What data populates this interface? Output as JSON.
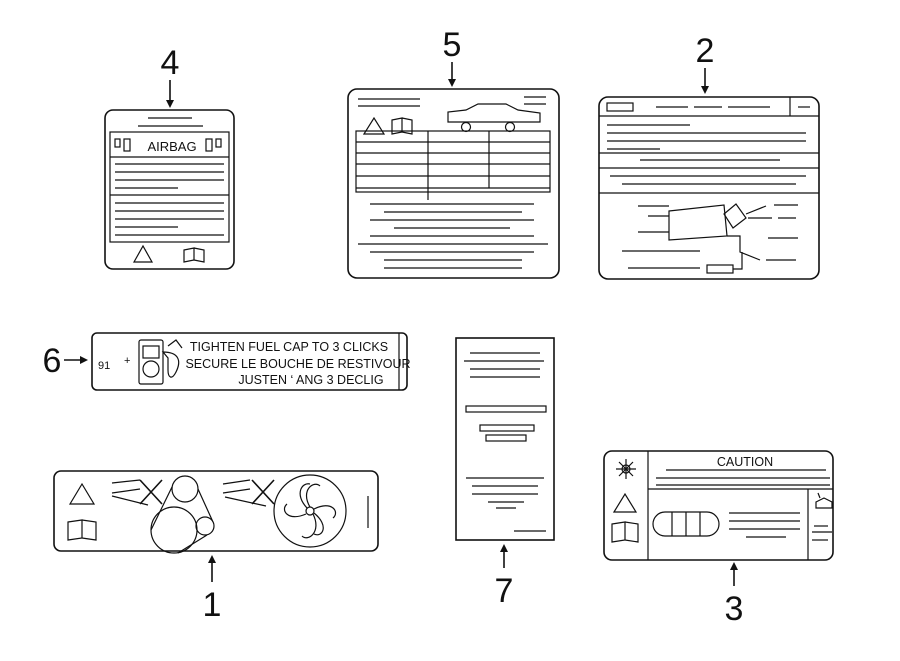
{
  "callouts": {
    "c1": "1",
    "c2": "2",
    "c3": "3",
    "c4": "4",
    "c5": "5",
    "c6": "6",
    "c7": "7"
  },
  "labels": {
    "airbag": "AIRBAG",
    "fuel_octane": "91",
    "fuel_plus": "+",
    "fuel_line1": "TIGHTEN FUEL CAP TO 3 CLICKS",
    "fuel_line2": "SECURE LE BOUCHE DE RESTIVOUR",
    "fuel_line3": "JUSTEN ‘ ANG 3 DECLIG",
    "caution": "CAUTION"
  },
  "colors": {
    "ink": "#111111",
    "background": "#ffffff"
  }
}
